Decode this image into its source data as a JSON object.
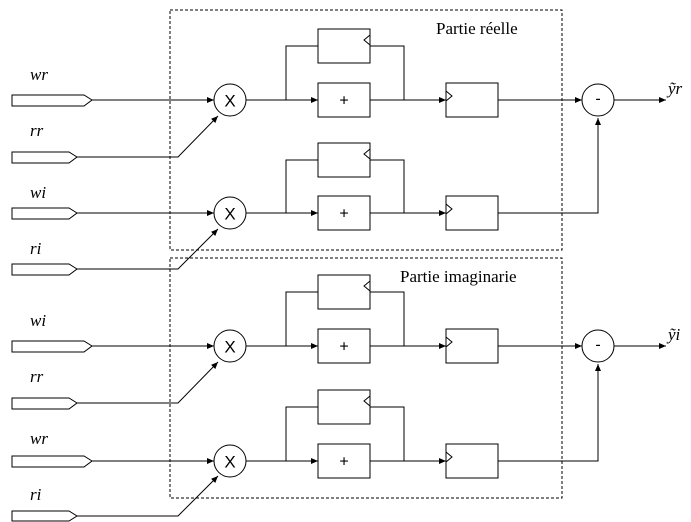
{
  "sections": {
    "real": {
      "title": "Partie réelle"
    },
    "imag": {
      "title": "Partie imaginarie"
    }
  },
  "inputs": [
    "wr",
    "rr",
    "wi",
    "ri",
    "wi",
    "rr",
    "wr",
    "ri"
  ],
  "outputs": [
    "ỹr",
    "ỹi"
  ],
  "operators": {
    "multiply": "X",
    "add": "+",
    "subtract": "-"
  }
}
